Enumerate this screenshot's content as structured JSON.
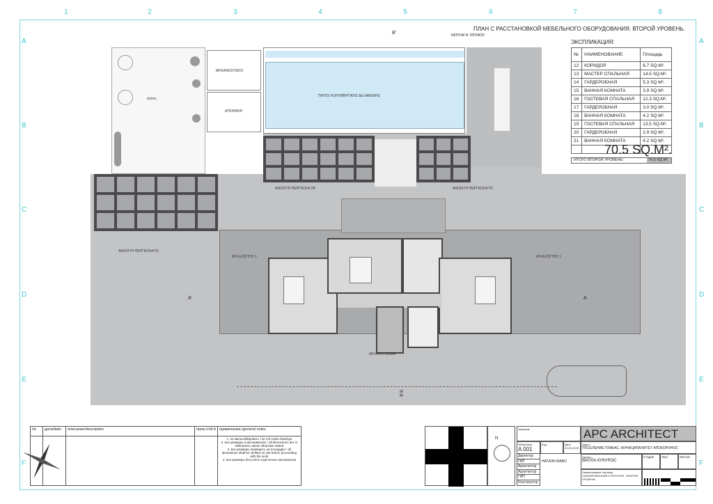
{
  "sheet": {
    "columns": [
      "1",
      "2",
      "3",
      "4",
      "5",
      "6",
      "7",
      "8"
    ],
    "rows": [
      "A",
      "B",
      "C",
      "D",
      "E",
      "F"
    ]
  },
  "title": "ПЛАН С РАССТАНОВКОЙ МЕБЕЛЬНОГО ОБОРУДОВАНИЯ. ВТОРОЙ УРОВЕНЬ.",
  "plan": {
    "floor_label": "КАТОЧИ А' ОРОФОУ",
    "section_b_top": "B'",
    "pool_label": "ΠΑΤΟΣ ΚΟΛΥΜΒΗΤΙΚΗΣ ΔΕΞΑΜΕΝΗΣ",
    "room_top": "ΜΗΧΑΝΟΣΤΑΣΙΟ",
    "room_bottom": "ΑΠΟΘΗΚΗ",
    "garden": "κήπος",
    "pergola_p4": "ΑΝΟΙΧΤΗ ΠΕΡΓΚΟΛΑ Π4",
    "pergola_p3": "ΑΝΟΙΧΤΗ ΠΕΡΓΚΟΛΑ Π3",
    "pergola_p2": "ΑΝΟΙΧΤΗ ΠΕΡΓΚΟΛΑ Π2",
    "terrace_left": "ΑΝ ΕΞΟΣΤΗΣ 1",
    "terrace_right": "ΑΝ ΕΞΟΣΤΗΣ 1",
    "roof_label": "ΜΗ ΒΑΤΟ ΔΩΜΑ",
    "section_a_left": "A'",
    "section_a_right": "A",
    "section_b_bottom": "B B"
  },
  "explication": {
    "heading": "ЭКСПЛИКАЦИЯ:",
    "col_no": "№",
    "col_name": "НАИМЕНОВАНИЕ",
    "col_area": "Площадь",
    "rows": [
      {
        "no": "12",
        "name": "КОРИДОР",
        "area": "6.7 SQ.M²."
      },
      {
        "no": "13",
        "name": "МАСТЕР СПАЛЬНАЯ",
        "area": "14.5 SQ.M²."
      },
      {
        "no": "14",
        "name": "ГАРДЕРОБНАЯ",
        "area": "5.3 SQ.M²."
      },
      {
        "no": "15",
        "name": "ВАННАЯ КОМНАТА",
        "area": "3.9 SQ.M²."
      },
      {
        "no": "16",
        "name": "ГОСТЕВАЯ СПАЛЬНАЯ",
        "area": "12.3 SQ.M²."
      },
      {
        "no": "17",
        "name": "ГАРДЕРОБНАЯ",
        "area": "3.0 SQ.M²."
      },
      {
        "no": "18",
        "name": "ВАННАЯ КОМНАТА",
        "area": "4.2 SQ.M²."
      },
      {
        "no": "19",
        "name": "ГОСТЕВАЯ СПАЛЬНАЯ",
        "area": "13.5 SQ.M²."
      },
      {
        "no": "20",
        "name": "ГАРДЕРОБНАЯ",
        "area": "2.9 SQ.M²."
      },
      {
        "no": "21",
        "name": "ВАННАЯ КОМНАТА",
        "area": "4.2 SQ.M²."
      }
    ],
    "total_big": "70.5 SQ.M².",
    "total_label": "ИТОГО ВТОРОЙ УРОВЕНЬ:",
    "total_value": "70.5 SQ.M²."
  },
  "revisions": {
    "col_no": "№",
    "col_date": "дата/date",
    "col_desc": "описание/description",
    "col_chk": "пров./chk'd",
    "col_notes": "примечания./general notes",
    "notes": [
      "1. не масштабировать / do not scale drawings",
      "2. все размеры в миллиметрах / all dimensions are in millimetres unless otherwise stated",
      "3. все размеры проверить на площадке / all dimensions shall be verified on site before proceeding with the work",
      "4. все размеры без учета отделочных материалов"
    ]
  },
  "north": "N",
  "titleblock": {
    "company": "APC ARCHITECT",
    "client_label": "Заказчик",
    "sheet_label": "№Чертежа",
    "sheet_no": "A 001",
    "scale_label": "Код",
    "date_label": "Дата",
    "date": "10.02.2023",
    "address_label": "Адрес",
    "address": "ПОСЕЛЕНИЕ ПЛАКАС. МУНИЦИПАЛИТЕТ АПОКОРОНОС",
    "project_label": "Проект",
    "project": "ВИЛЛА КУКУРОС",
    "drawing_label": "Наименование чертежа",
    "drawing": "ПЛАНИРОВОЧНАЯ СТРУКТУРА . ВТОРОЙ УРОВЕНЬ.",
    "stage": "Стадия",
    "sheet": "Лист",
    "sheets": "Листов",
    "roles": [
      "Директор",
      "ГАП",
      "Архитектор",
      "Архитектор",
      "ГИП",
      "Конструктор"
    ],
    "gap_name": "НАТАЛИ МАВО"
  }
}
